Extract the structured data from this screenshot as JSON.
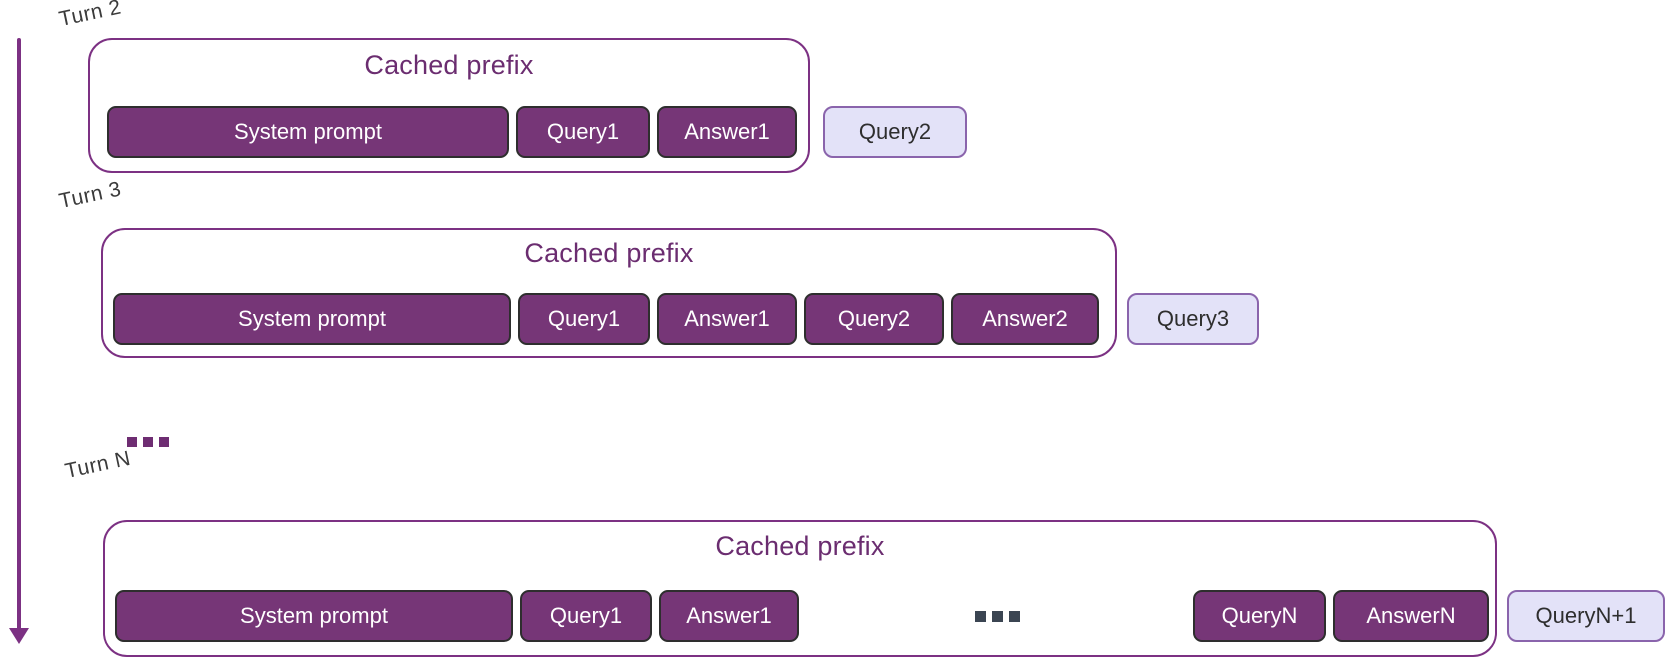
{
  "diagram_type": "kv-cache multi-turn conversation prefix caching",
  "rows": [
    {
      "turn_label": "Turn 2",
      "cache_title": "Cached prefix",
      "cached_chips": [
        "System prompt",
        "Query1",
        "Answer1"
      ],
      "new_query": "Query2"
    },
    {
      "turn_label": "Turn 3",
      "cache_title": "Cached prefix",
      "cached_chips": [
        "System prompt",
        "Query1",
        "Answer1",
        "Query2",
        "Answer2"
      ],
      "new_query": "Query3"
    },
    {
      "turn_label": "Turn N",
      "cache_title": "Cached prefix",
      "cached_chips": [
        "System prompt",
        "Query1",
        "Answer1",
        "...",
        "QueryN",
        "AnswerN"
      ],
      "new_query": "QueryN+1"
    }
  ],
  "rows_separator_ellipsis": "...",
  "colors": {
    "container_border": "#7c3183",
    "cache_title_text": "#6b2d70",
    "chip_fill": "#763677",
    "chip_border": "#2e2e2e",
    "chip_text": "#ffffff",
    "new_query_fill": "#e3e2f8",
    "new_query_border": "#8a64ac",
    "new_query_text": "#2e2e2e",
    "turn_label_text": "#3b3b3b",
    "arrow": "#7c3183",
    "separator_ellipsis": "#6e2d72",
    "inner_ellipsis": "#3b4552"
  }
}
